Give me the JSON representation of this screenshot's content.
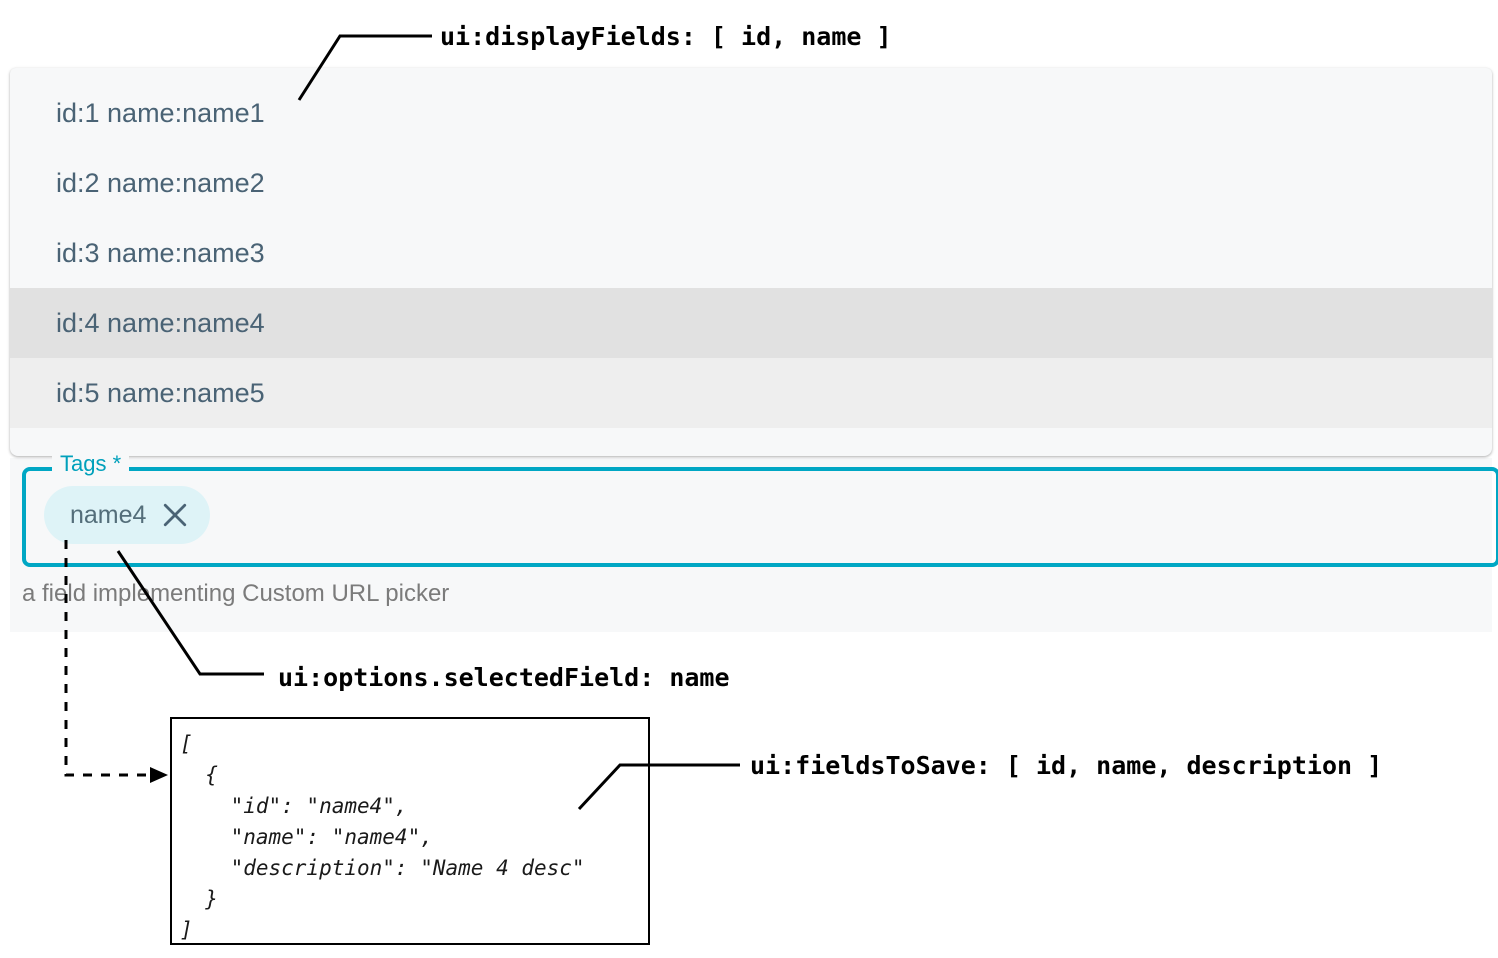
{
  "annotations": {
    "display_fields": "ui:displayFields: [ id, name ]",
    "selected_field": "ui:options.selectedField: name",
    "fields_to_save": "ui:fieldsToSave: [ id, name, description ]"
  },
  "picker": {
    "items": [
      {
        "label": "id:1 name:name1",
        "state": "normal"
      },
      {
        "label": "id:2 name:name2",
        "state": "normal"
      },
      {
        "label": "id:3 name:name3",
        "state": "normal"
      },
      {
        "label": "id:4 name:name4",
        "state": "selected"
      },
      {
        "label": "id:5 name:name5",
        "state": "alternate"
      }
    ]
  },
  "tags_field": {
    "legend": "Tags *",
    "chip_label": "name4",
    "chip_remove_icon": "close-icon",
    "helper_text": "a field implementing Custom URL picker"
  },
  "code_box": {
    "content": "[\n  {\n    \"id\": \"name4\",\n    \"name\": \"name4\",\n    \"description\": \"Name 4 desc\"\n  }\n]"
  },
  "colors": {
    "accent_teal": "#00a7c4",
    "legend_teal": "#00a0bb",
    "chip_bg": "#def3f7",
    "list_text": "#4a6375",
    "panel_bg": "#f7f8f9",
    "selected_row_bg": "#e1e1e1",
    "alternate_row_bg": "#eeeeee",
    "helper_text": "#7b7b7b",
    "annotation_text": "#000000"
  }
}
